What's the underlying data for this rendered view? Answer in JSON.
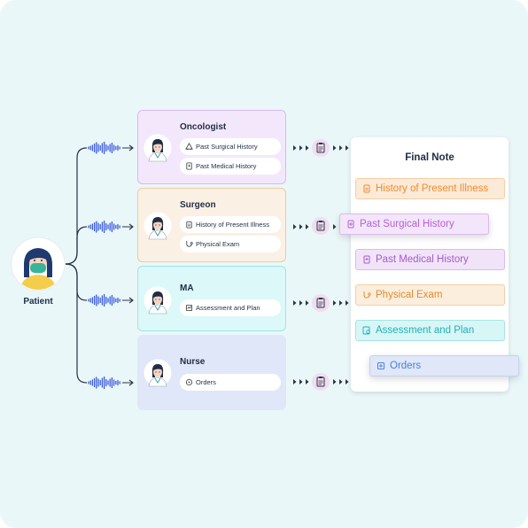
{
  "patient": {
    "label": "Patient"
  },
  "roles": [
    {
      "title": "Oncologist",
      "items": [
        {
          "label": "Past Surgical History",
          "icon": "surgery-icon"
        },
        {
          "label": "Past Medical History",
          "icon": "medical-record-icon"
        }
      ]
    },
    {
      "title": "Surgeon",
      "items": [
        {
          "label": "History of Present Illness",
          "icon": "clipboard-icon"
        },
        {
          "label": "Physical Exam",
          "icon": "stethoscope-icon"
        }
      ]
    },
    {
      "title": "MA",
      "items": [
        {
          "label": "Assessment and Plan",
          "icon": "assessment-icon"
        }
      ]
    },
    {
      "title": "Nurse",
      "items": [
        {
          "label": "Orders",
          "icon": "orders-icon"
        }
      ]
    }
  ],
  "final_note": {
    "title": "Final Note",
    "sections": [
      {
        "label": "History of Present Illness",
        "color": "#f28a2b",
        "icon": "clipboard-icon"
      },
      {
        "label": "Past Surgical History",
        "color": "#b660d6",
        "icon": "surgery-icon"
      },
      {
        "label": "Past Medical History",
        "color": "#a55bc9",
        "icon": "medical-record-icon"
      },
      {
        "label": "Physical Exam",
        "color": "#e58a2c",
        "icon": "stethoscope-icon"
      },
      {
        "label": "Assessment and Plan",
        "color": "#1fb2b5",
        "icon": "assessment-icon"
      },
      {
        "label": "Orders",
        "color": "#4a7fe0",
        "icon": "orders-icon"
      }
    ]
  },
  "colors": {
    "background": "#eaf7f9",
    "oncologist": "#f3e8fb",
    "surgeon": "#fbf0e4",
    "ma": "#dcf8f9",
    "nurse": "#dfe7f8"
  }
}
